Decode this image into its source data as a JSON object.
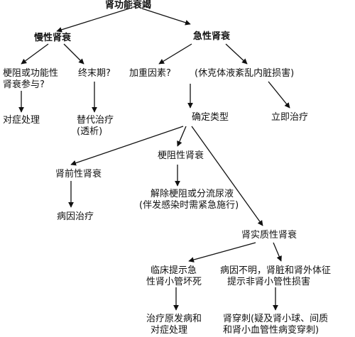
{
  "nodes": {
    "root": "肾功能衰竭",
    "chronic": "慢性肾衰",
    "acute": "急性肾衰",
    "obstruction_q_line1": "梗阻或功能性",
    "obstruction_q_line2": "肾衰参与?",
    "end_stage_q": "终末期?",
    "aggravating_q": "加重因素?",
    "shock_line": "(休克体液紊乱内脏损害)",
    "symptomatic": "对症处理",
    "replacement_line1": "替代治疗",
    "replacement_line2": "(透析)",
    "determine_type": "确定类型",
    "immediate": "立即治疗",
    "obstructive": "梗阻性肾衰",
    "prerenal": "肾前性肾衰",
    "relieve_line1": "解除梗阻或分流尿液",
    "relieve_line2": "(伴发感染时需紧急施行)",
    "cause_treatment": "病因治疗",
    "parenchymal": "肾实质性肾衰",
    "atn_line1": "临床提示急",
    "atn_line2": "性肾小管坏死",
    "unknown_line1": "病因不明，肾脏和肾外体征",
    "unknown_line2": "提示非肾小管性损害",
    "treat_primary_line1": "治疗原发病和",
    "treat_primary_line2": "对症处理",
    "biopsy_line1": "肾穿刺(疑及肾小球、间质",
    "biopsy_line2": "和肾小血管性病变穿刺)"
  }
}
